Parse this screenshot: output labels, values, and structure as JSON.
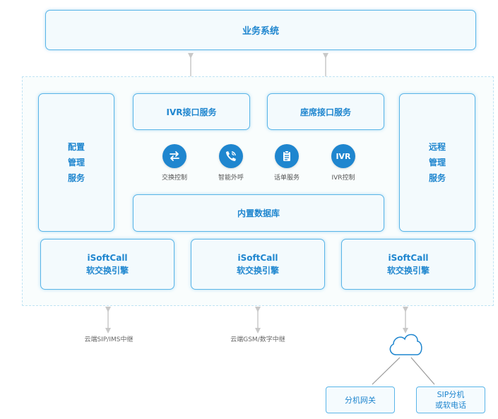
{
  "business_system": "业务系统",
  "ivr_interface": "IVR接口服务",
  "seat_interface": "座席接口服务",
  "config_service": [
    "配置",
    "管理",
    "服务"
  ],
  "remote_service": [
    "远程",
    "管理",
    "服务"
  ],
  "functions": [
    {
      "label": "交换控制",
      "icon": "swap-arrows-icon"
    },
    {
      "label": "智能外呼",
      "icon": "phone-call-icon"
    },
    {
      "label": "话单服务",
      "icon": "clipboard-icon"
    },
    {
      "label": "IVR控制",
      "icon": "ivr-icon",
      "glyph": "IVR"
    }
  ],
  "builtin_db": "内置数据库",
  "engines": [
    {
      "line1": "iSoftCall",
      "line2": "软交换引擎"
    },
    {
      "line1": "iSoftCall",
      "line2": "软交换引擎"
    },
    {
      "line1": "iSoftCall",
      "line2": "软交换引擎"
    }
  ],
  "trunks": {
    "sip": "云端SIP/IMS中继",
    "gsm": "云端GSM/数字中继"
  },
  "extensions": {
    "gateway": "分机网关",
    "sip_phone": [
      "SIP分机",
      "或软电话"
    ]
  },
  "colors": {
    "accent": "#1f86cf",
    "border": "#5ab5e8",
    "arrow": "#c8c8c8"
  }
}
